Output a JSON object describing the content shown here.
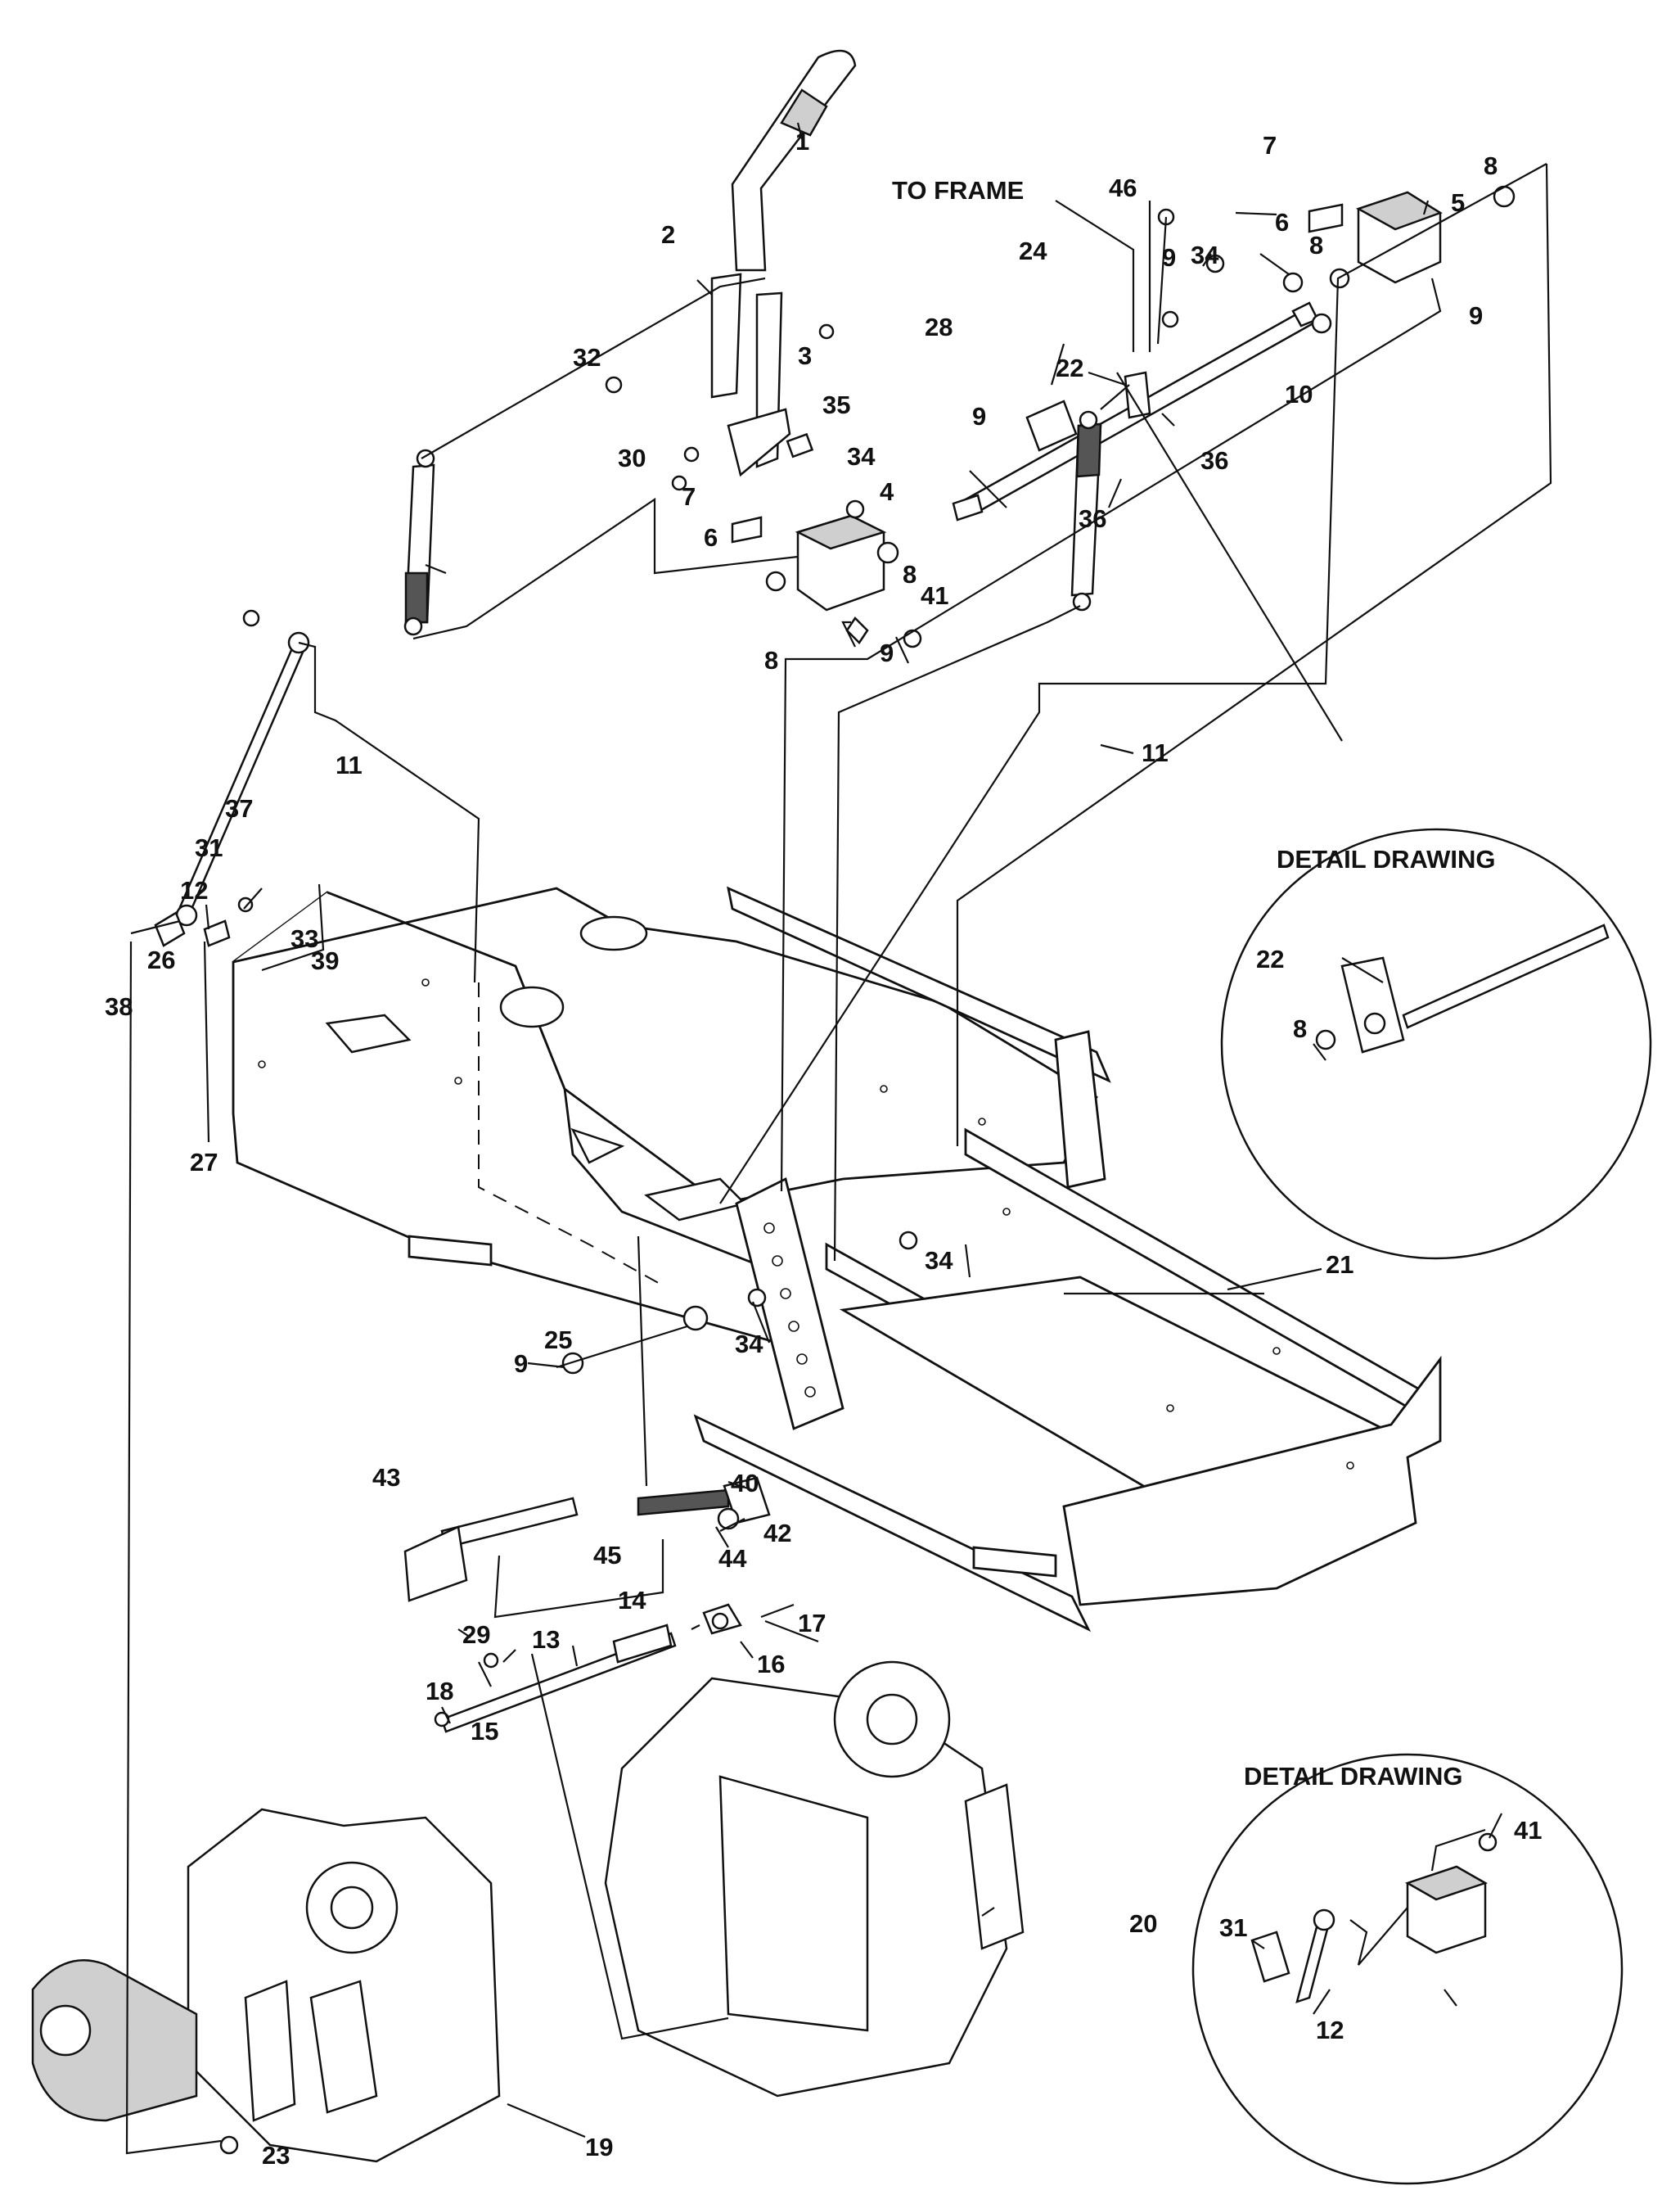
{
  "annotations": {
    "to_frame": "TO FRAME",
    "detail_top": "DETAIL DRAWING",
    "detail_bottom": "DETAIL DRAWING"
  },
  "callouts": [
    {
      "id": "c1",
      "text": "1"
    },
    {
      "id": "c2",
      "text": "2"
    },
    {
      "id": "c3",
      "text": "3"
    },
    {
      "id": "c4",
      "text": "4"
    },
    {
      "id": "c5",
      "text": "5"
    },
    {
      "id": "c6a",
      "text": "6"
    },
    {
      "id": "c6b",
      "text": "6"
    },
    {
      "id": "c7a",
      "text": "7"
    },
    {
      "id": "c7b",
      "text": "7"
    },
    {
      "id": "c8a",
      "text": "8"
    },
    {
      "id": "c8b",
      "text": "8"
    },
    {
      "id": "c8c",
      "text": "8"
    },
    {
      "id": "c8d",
      "text": "8"
    },
    {
      "id": "c8e",
      "text": "8"
    },
    {
      "id": "c9a",
      "text": "9"
    },
    {
      "id": "c9b",
      "text": "9"
    },
    {
      "id": "c9c",
      "text": "9"
    },
    {
      "id": "c9d",
      "text": "9"
    },
    {
      "id": "c9e",
      "text": "9"
    },
    {
      "id": "c10",
      "text": "10"
    },
    {
      "id": "c11a",
      "text": "11"
    },
    {
      "id": "c11b",
      "text": "11"
    },
    {
      "id": "c12a",
      "text": "12"
    },
    {
      "id": "c12b",
      "text": "12"
    },
    {
      "id": "c13",
      "text": "13"
    },
    {
      "id": "c14",
      "text": "14"
    },
    {
      "id": "c15",
      "text": "15"
    },
    {
      "id": "c16",
      "text": "16"
    },
    {
      "id": "c17",
      "text": "17"
    },
    {
      "id": "c18",
      "text": "18"
    },
    {
      "id": "c19",
      "text": "19"
    },
    {
      "id": "c20",
      "text": "20"
    },
    {
      "id": "c21",
      "text": "21"
    },
    {
      "id": "c22a",
      "text": "22"
    },
    {
      "id": "c22b",
      "text": "22"
    },
    {
      "id": "c23",
      "text": "23"
    },
    {
      "id": "c24",
      "text": "24"
    },
    {
      "id": "c25",
      "text": "25"
    },
    {
      "id": "c26",
      "text": "26"
    },
    {
      "id": "c27",
      "text": "27"
    },
    {
      "id": "c28",
      "text": "28"
    },
    {
      "id": "c29",
      "text": "29"
    },
    {
      "id": "c30",
      "text": "30"
    },
    {
      "id": "c31a",
      "text": "31"
    },
    {
      "id": "c31b",
      "text": "31"
    },
    {
      "id": "c32",
      "text": "32"
    },
    {
      "id": "c33",
      "text": "33"
    },
    {
      "id": "c34a",
      "text": "34"
    },
    {
      "id": "c34b",
      "text": "34"
    },
    {
      "id": "c34c",
      "text": "34"
    },
    {
      "id": "c34d",
      "text": "34"
    },
    {
      "id": "c35",
      "text": "35"
    },
    {
      "id": "c36a",
      "text": "36"
    },
    {
      "id": "c36b",
      "text": "36"
    },
    {
      "id": "c37",
      "text": "37"
    },
    {
      "id": "c38",
      "text": "38"
    },
    {
      "id": "c39",
      "text": "39"
    },
    {
      "id": "c40",
      "text": "40"
    },
    {
      "id": "c41a",
      "text": "41"
    },
    {
      "id": "c41b",
      "text": "41"
    },
    {
      "id": "c42",
      "text": "42"
    },
    {
      "id": "c43",
      "text": "43"
    },
    {
      "id": "c44",
      "text": "44"
    },
    {
      "id": "c45",
      "text": "45"
    },
    {
      "id": "c46",
      "text": "46"
    }
  ]
}
